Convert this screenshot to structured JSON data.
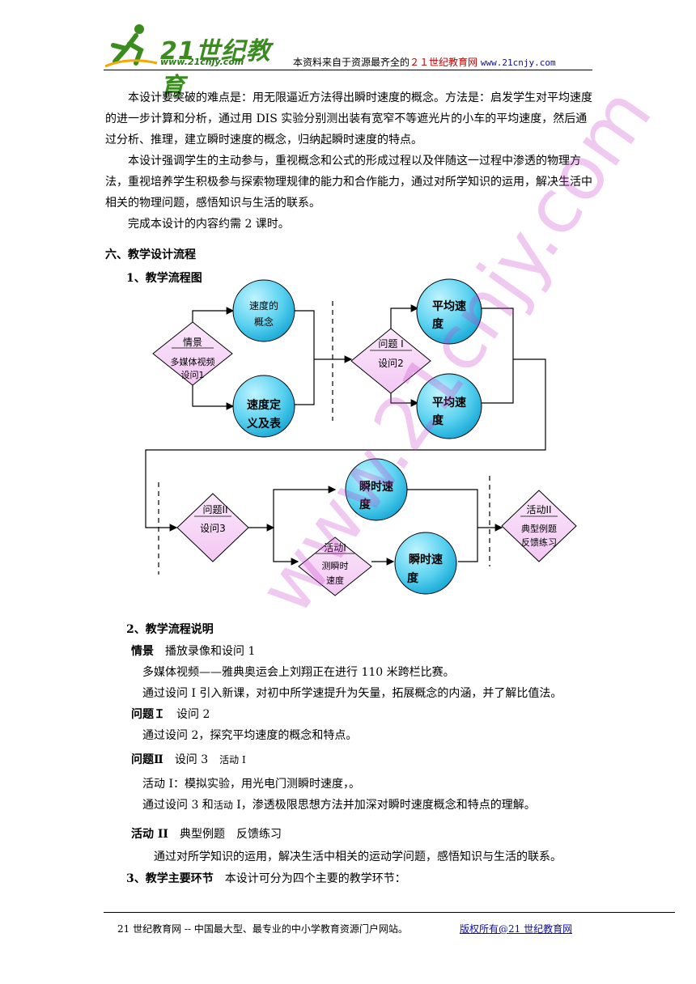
{
  "header": {
    "logo_text": "21世纪教育",
    "logo_url": "www.21cnjy.com",
    "note_prefix": "本资料来自于资源最齐全的",
    "note_red": "２１世纪教育网",
    "note_url": "www.21cnjy.com"
  },
  "intro_paragraphs": [
    "本设计要突破的难点是：用无限逼近方法得出瞬时速度的概念。方法是：启发学生对平均速度的进一步计算和分析，通过用 DIS 实验分别测出装有宽窄不等遮光片的小车的平均速度，然后通过分析、推理，建立瞬时速度的概念，归纳起瞬时速度的特点。",
    "本设计强调学生的主动参与，重视概念和公式的形成过程以及伴随这一过程中渗透的物理方法，重视培养学生积极参与探索物理规律的能力和合作能力，通过对所学知识的运用，解决生活中相关的物理问题，感悟知识与生活的联系。",
    "完成本设计的内容约需 2 课时。"
  ],
  "section6_title": "六、教学设计流程",
  "sub1_title": "1、教学流程图",
  "flowchart": {
    "d1_top": "情景",
    "d1_l1": "多媒体视频",
    "d1_l2": "设问1",
    "c1_l1": "速度的",
    "c1_l2": "概念",
    "c2_l1": "速度定",
    "c2_l2": "义及表",
    "d2_top": "问题 I",
    "d2_l1": "设问2",
    "c3_l1": "平均速",
    "c3_l2": "度",
    "c4_l1": "平均速",
    "c4_l2": "度",
    "d3_top": "问题II",
    "d3_l1": "设问3",
    "c5_l1": "瞬时速",
    "c5_l2": "度",
    "d4_top": "活动I",
    "d4_l1": "测瞬时",
    "d4_l2": "速度",
    "c6_l1": "瞬时速",
    "c6_l2": "度",
    "d5_top": "活动II",
    "d5_l1": "典型例题",
    "d5_l2": "反馈练习"
  },
  "sub2_title": "2、教学流程说明",
  "desc": {
    "s1_label": "情景",
    "s1_text": "播放录像和设问 1",
    "s1_line1": "多媒体视频——雅典奥运会上刘翔正在进行 110 米跨栏比赛。",
    "s1_line2": "通过设问 I 引入新课，对初中所学速提升为矢量，拓展概念的内涵，并了解比值法。",
    "s2_label": "问题Ｉ",
    "s2_text": "设问 2",
    "s2_line1": "通过设问 2，探究平均速度的概念和特点。",
    "s3_label": "问题Ⅱ",
    "s3_text": "设问 3",
    "s3_small": "活动 I",
    "s3_line1": "活动 I：模拟实验，用光电门测瞬时速度，。",
    "s3_line2a": "通过设问 3 和",
    "s3_line2_small": "活动",
    "s3_line2b": " I，渗透极限思想方法并加深对瞬时速度概念和特点的理解。",
    "s4_label": "活动 II",
    "s4_text": "典型例题　反馈练习",
    "s4_line1": "通过对所学知识的运用，解决生活中相关的运动学问题，感悟知识与生活的联系。"
  },
  "sub3_title": "3、教学主要环节",
  "sub3_text": "本设计可分为四个主要的教学环节：",
  "watermark": "www.21cnjy.com",
  "footer": {
    "left": "21 世纪教育网 -- 中国最大型、最专业的中小学教育资源门户网站。",
    "right": "版权所有@21 世纪教育网"
  }
}
